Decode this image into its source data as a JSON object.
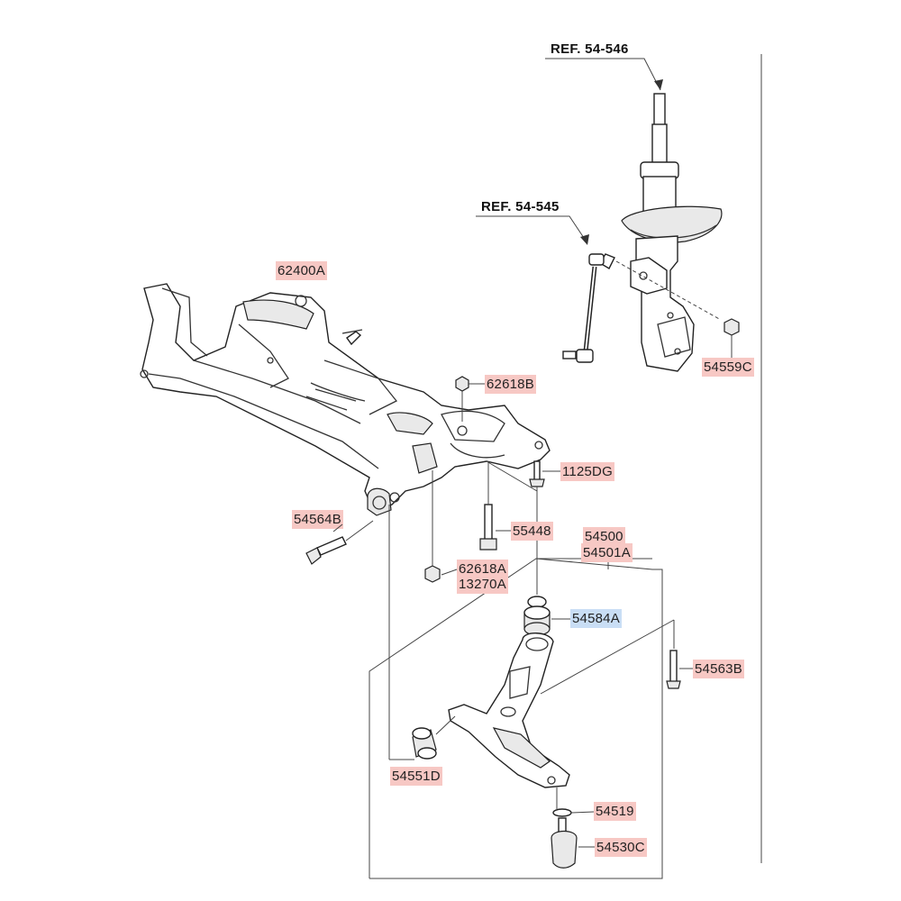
{
  "references": [
    {
      "id": "ref-54-546",
      "text": "REF. 54-546"
    },
    {
      "id": "ref-54-545",
      "text": "REF. 54-545"
    }
  ],
  "parts": [
    {
      "id": "62400A",
      "label": "62400A",
      "highlight": "red"
    },
    {
      "id": "62618B",
      "label": "62618B",
      "highlight": "red"
    },
    {
      "id": "1125DG",
      "label": "1125DG",
      "highlight": "red"
    },
    {
      "id": "54564B",
      "label": "54564B",
      "highlight": "red"
    },
    {
      "id": "55448",
      "label": "55448",
      "highlight": "red"
    },
    {
      "id": "54500",
      "label": "54500",
      "highlight": "red"
    },
    {
      "id": "54501A",
      "label": "54501A",
      "highlight": "red"
    },
    {
      "id": "62618A",
      "label": "62618A",
      "highlight": "red"
    },
    {
      "id": "13270A",
      "label": "13270A",
      "highlight": "red"
    },
    {
      "id": "54584A",
      "label": "54584A",
      "highlight": "blue"
    },
    {
      "id": "54563B",
      "label": "54563B",
      "highlight": "red"
    },
    {
      "id": "54551D",
      "label": "54551D",
      "highlight": "red"
    },
    {
      "id": "54519",
      "label": "54519",
      "highlight": "red"
    },
    {
      "id": "54530C",
      "label": "54530C",
      "highlight": "red"
    },
    {
      "id": "54559C",
      "label": "54559C",
      "highlight": "red"
    }
  ],
  "colors": {
    "highlight_red": "#f7c8c4",
    "highlight_blue": "#c9def5",
    "line": "#333333"
  }
}
